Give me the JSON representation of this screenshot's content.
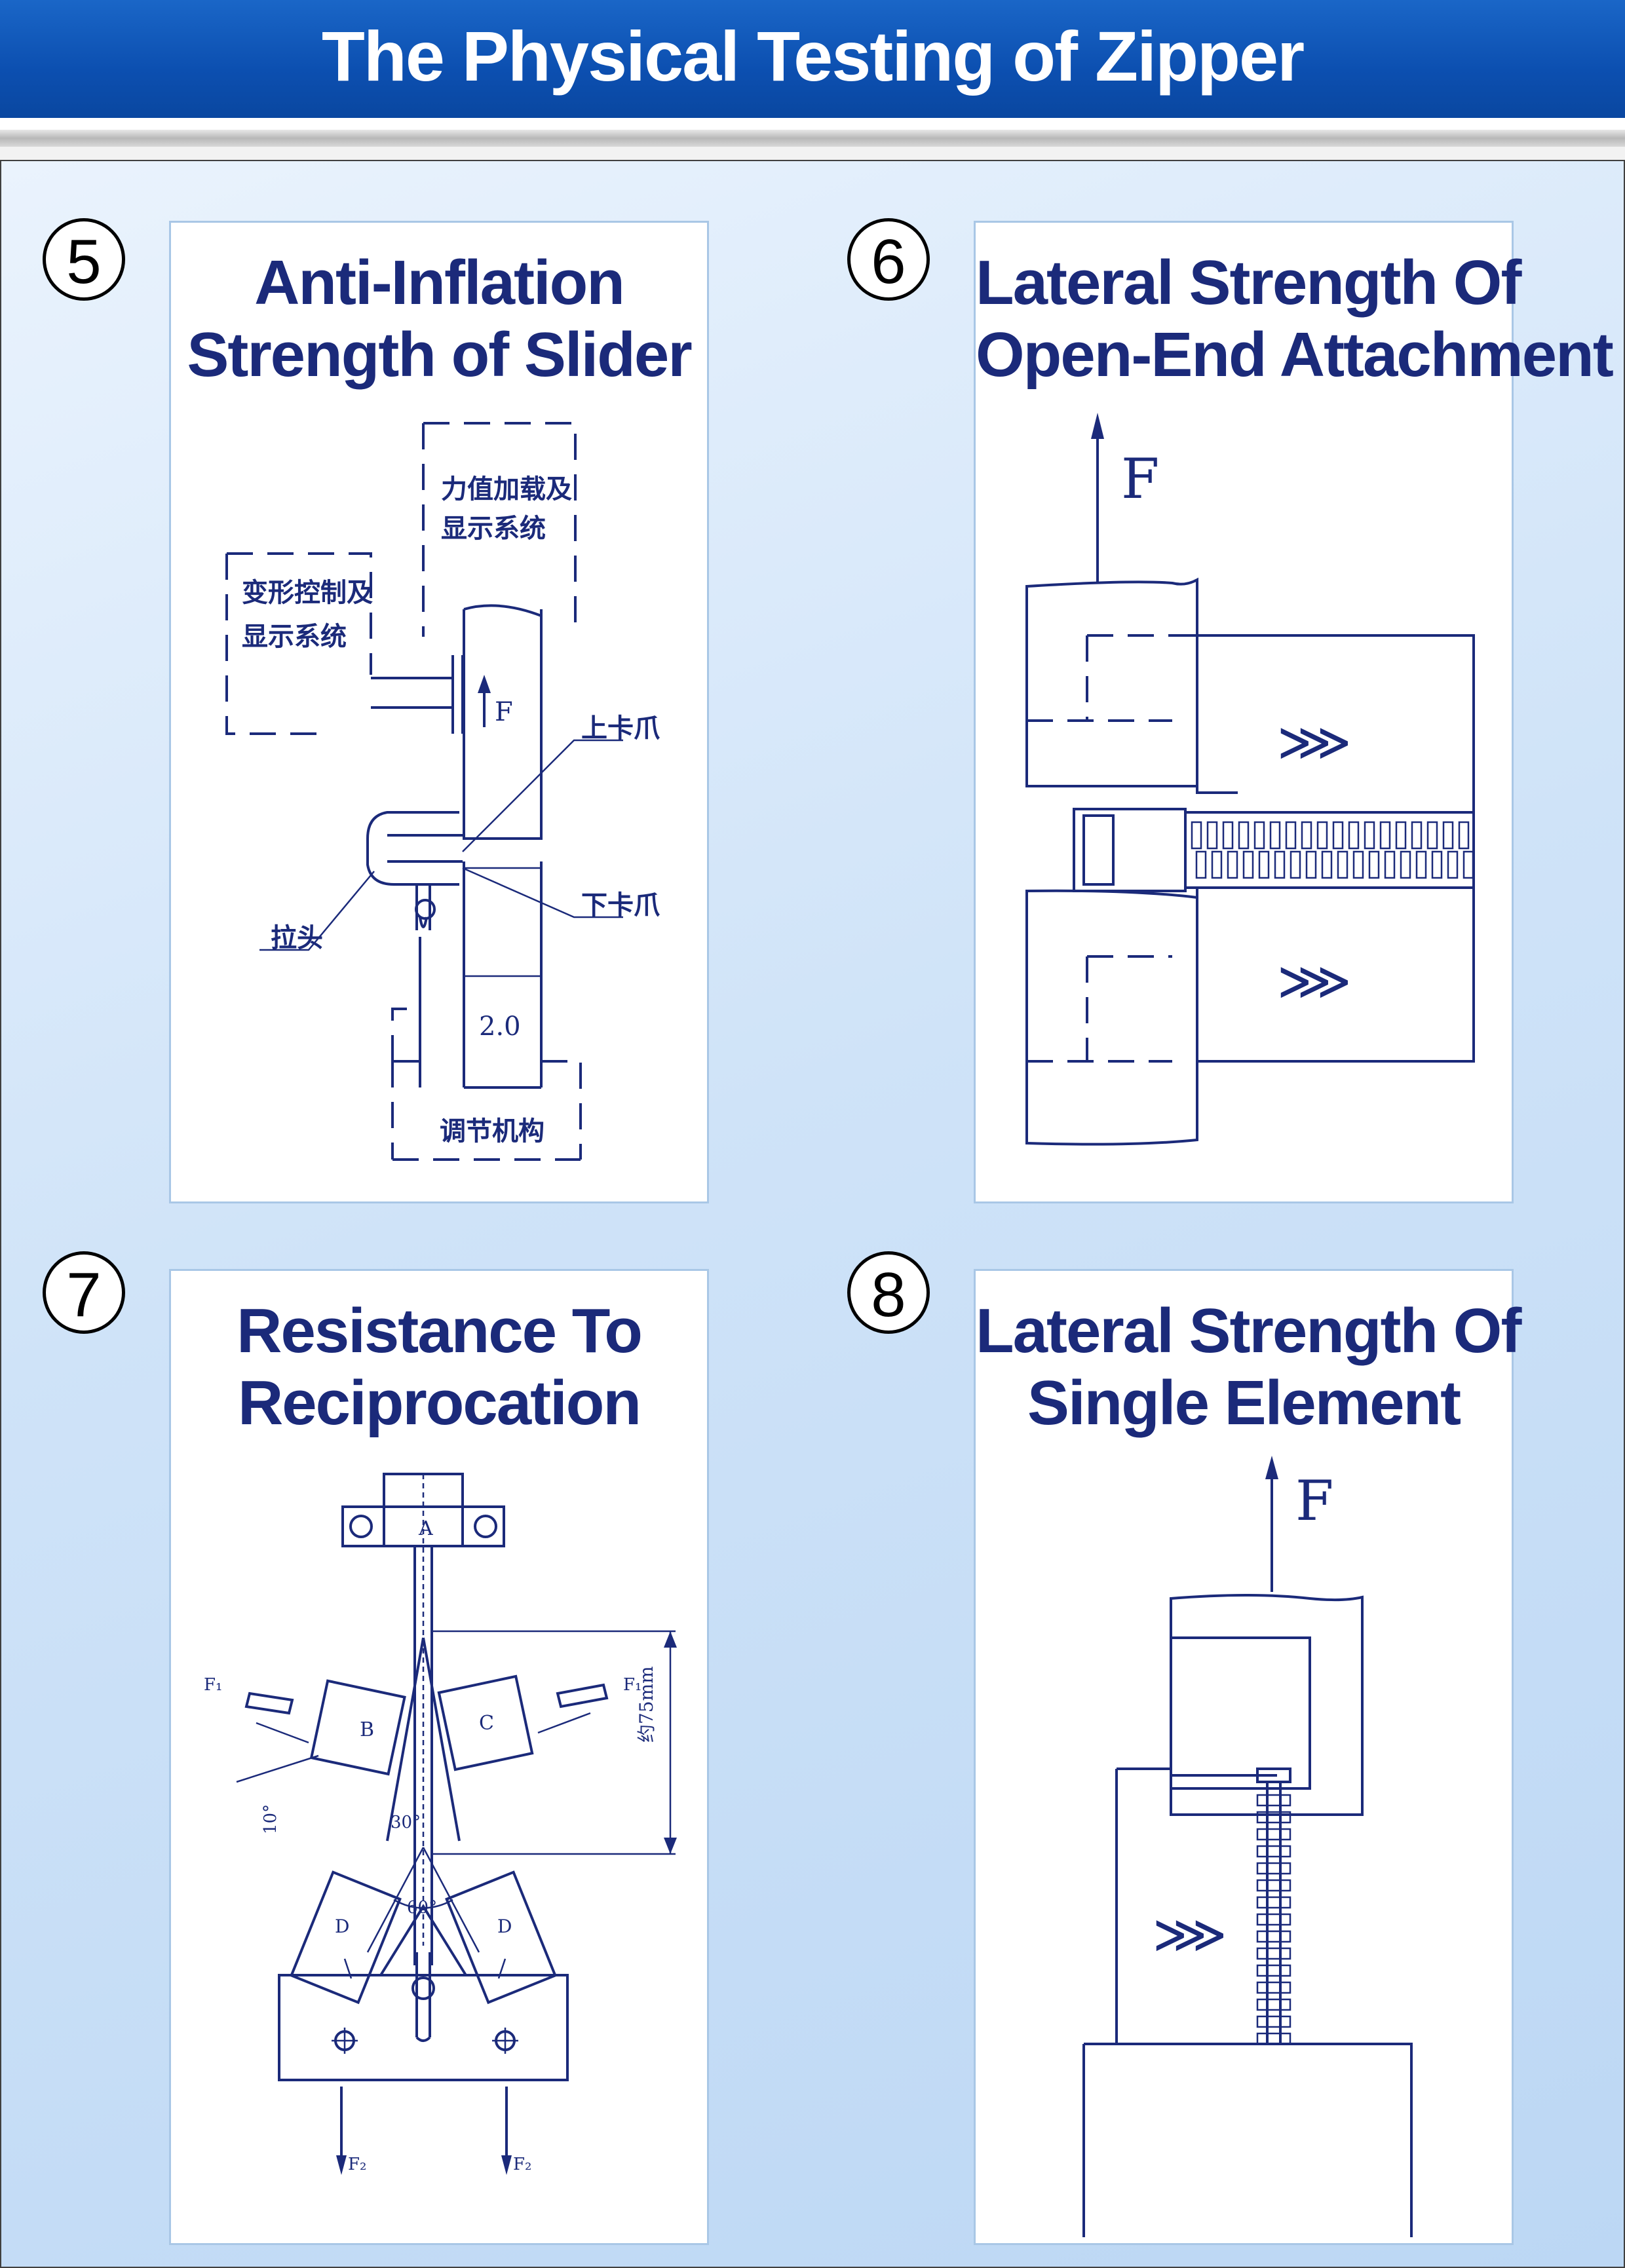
{
  "header": {
    "title": "The Physical Testing of Zipper"
  },
  "panels": [
    {
      "number": "5",
      "title_lines": [
        "Anti-Inflation",
        "Strength of Slider"
      ],
      "labels": {
        "load_system": "力值加载及",
        "load_display": "显示系统",
        "deform_control": "变形控制及",
        "deform_display": "显示系统",
        "force": "F",
        "upper_clamp": "上卡爪",
        "lower_clamp": "下卡爪",
        "slider_head": "拉头",
        "gap": "2.0",
        "adjust": "调节机构"
      }
    },
    {
      "number": "6",
      "title_lines": [
        "Lateral Strength Of",
        "Open-End Attachment"
      ],
      "labels": {
        "force": "F"
      }
    },
    {
      "number": "7",
      "title_lines": [
        "Resistance To",
        "Reciprocation"
      ],
      "labels": {
        "clamp_a": "A",
        "clamp_b": "B",
        "clamp_c": "C",
        "clamp_d1": "D",
        "clamp_d2": "D",
        "f1_left": "F₁",
        "f1_right": "F₁",
        "f2_left": "F₂",
        "f2_right": "F₂",
        "length": "约75mm",
        "angle_30": "30°",
        "angle_60": "60°",
        "angle_10": "10°"
      }
    },
    {
      "number": "8",
      "title_lines": [
        "Lateral Strength  Of",
        "Single Element"
      ],
      "labels": {
        "force": "F"
      }
    }
  ]
}
